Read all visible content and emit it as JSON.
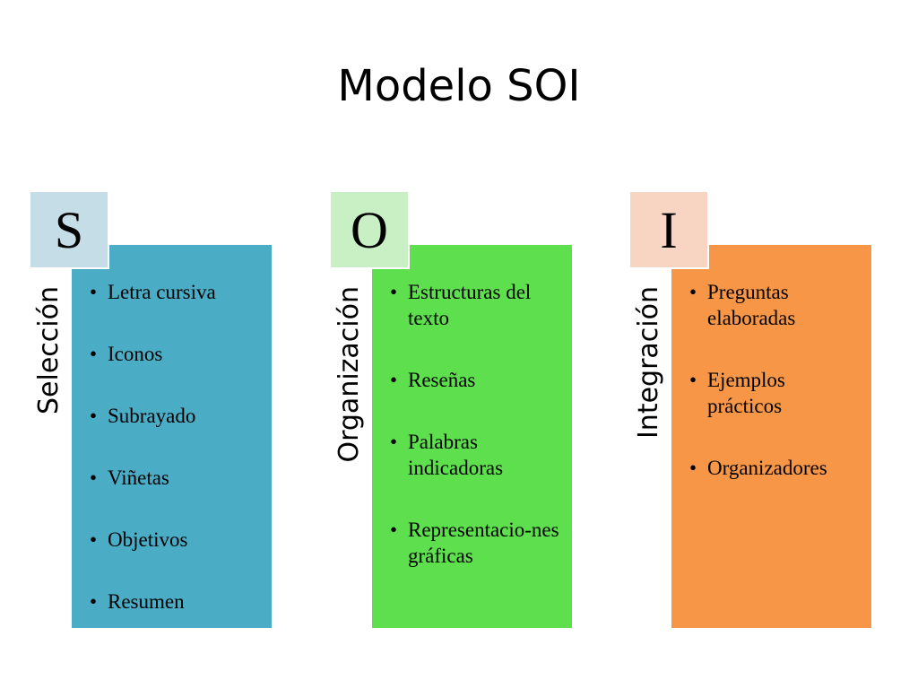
{
  "title": "Modelo SOI",
  "columns": [
    {
      "letter": "S",
      "label": "Selección",
      "letter_color": "#c4dde6",
      "panel_color": "#4bacc6",
      "items": [
        "Letra cursiva",
        "Iconos",
        "Subrayado",
        "Viñetas",
        "Objetivos",
        "Resumen"
      ]
    },
    {
      "letter": "O",
      "label": "Organización",
      "letter_color": "#c9f0c4",
      "panel_color": "#5ee04e",
      "items": [
        "Estructuras del texto",
        "Reseñas",
        "Palabras indicadoras",
        "Representacio-nes gráficas"
      ]
    },
    {
      "letter": "I",
      "label": "Integración",
      "letter_color": "#f8d5c3",
      "panel_color": "#f79646",
      "items": [
        "Preguntas elaboradas",
        "Ejemplos prácticos",
        "Organizadores"
      ]
    }
  ]
}
